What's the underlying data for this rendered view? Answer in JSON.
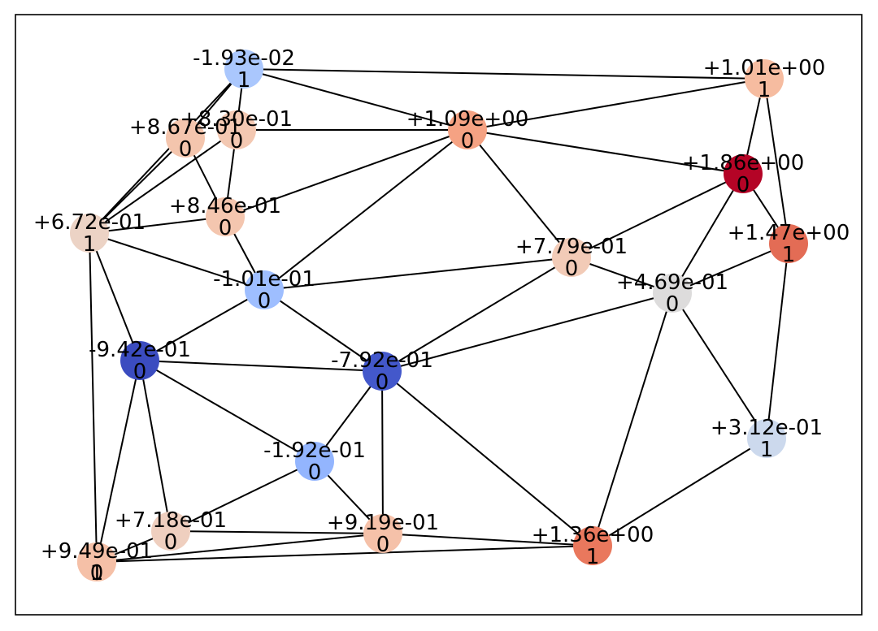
{
  "nodes": [
    {
      "id": "n0",
      "value": "-1.93e-02",
      "cls": "1",
      "color": "#aac7fd"
    },
    {
      "id": "n1",
      "value": "+1.01e+00",
      "cls": "1",
      "color": "#f6bca0"
    },
    {
      "id": "n2",
      "value": "+8.67e-01",
      "cls": "0",
      "color": "#f4c5ad"
    },
    {
      "id": "n3",
      "value": "+8.30e-01",
      "cls": "0",
      "color": "#f3c8b2"
    },
    {
      "id": "n4",
      "value": "+1.09e+00",
      "cls": "0",
      "color": "#f5a283"
    },
    {
      "id": "n5",
      "value": "+1.86e+00",
      "cls": "0",
      "color": "#b40426"
    },
    {
      "id": "n6",
      "value": "+6.72e-01",
      "cls": "1",
      "color": "#ecd3c5"
    },
    {
      "id": "n7",
      "value": "+8.46e-01",
      "cls": "0",
      "color": "#f4c6af"
    },
    {
      "id": "n8",
      "value": "+1.47e+00",
      "cls": "1",
      "color": "#e36c55"
    },
    {
      "id": "n9",
      "value": "+7.79e-01",
      "cls": "0",
      "color": "#f2cbb7"
    },
    {
      "id": "n10",
      "value": "-1.01e-01",
      "cls": "0",
      "color": "#9ebeff"
    },
    {
      "id": "n11",
      "value": "+4.69e-01",
      "cls": "0",
      "color": "#dddcdc"
    },
    {
      "id": "n12",
      "value": "-9.42e-01",
      "cls": "0",
      "color": "#3b4cc0"
    },
    {
      "id": "n13",
      "value": "-7.92e-01",
      "cls": "0",
      "color": "#4358cb"
    },
    {
      "id": "n14",
      "value": "+3.12e-01",
      "cls": "1",
      "color": "#ccd9ed"
    },
    {
      "id": "n15",
      "value": "-1.92e-01",
      "cls": "0",
      "color": "#93b5fe"
    },
    {
      "id": "n16",
      "value": "+7.18e-01",
      "cls": "0",
      "color": "#efcfbf"
    },
    {
      "id": "n17",
      "value": "+9.19e-01",
      "cls": "0",
      "color": "#f5c1a9"
    },
    {
      "id": "n18",
      "value": "+1.36e+00",
      "cls": "1",
      "color": "#e9785d"
    },
    {
      "id": "n19",
      "value": "+9.49e-01",
      "cls": "0",
      "color": "#f5c0a7"
    },
    {
      "id": "n20",
      "value": "",
      "cls": "1",
      "color": "#f5c0a7"
    }
  ],
  "edges": [
    [
      "n0",
      "n1"
    ],
    [
      "n0",
      "n4"
    ],
    [
      "n0",
      "n3"
    ],
    [
      "n0",
      "n2"
    ],
    [
      "n0",
      "n6"
    ],
    [
      "n2",
      "n6"
    ],
    [
      "n2",
      "n7"
    ],
    [
      "n3",
      "n4"
    ],
    [
      "n3",
      "n7"
    ],
    [
      "n3",
      "n6"
    ],
    [
      "n4",
      "n1"
    ],
    [
      "n4",
      "n5"
    ],
    [
      "n4",
      "n7"
    ],
    [
      "n4",
      "n10"
    ],
    [
      "n4",
      "n9"
    ],
    [
      "n1",
      "n5"
    ],
    [
      "n1",
      "n8"
    ],
    [
      "n5",
      "n8"
    ],
    [
      "n5",
      "n9"
    ],
    [
      "n5",
      "n11"
    ],
    [
      "n8",
      "n11"
    ],
    [
      "n8",
      "n14"
    ],
    [
      "n6",
      "n7"
    ],
    [
      "n6",
      "n10"
    ],
    [
      "n6",
      "n12"
    ],
    [
      "n6",
      "n20"
    ],
    [
      "n7",
      "n10"
    ],
    [
      "n10",
      "n9"
    ],
    [
      "n10",
      "n12"
    ],
    [
      "n10",
      "n13"
    ],
    [
      "n9",
      "n11"
    ],
    [
      "n9",
      "n13"
    ],
    [
      "n11",
      "n13"
    ],
    [
      "n11",
      "n14"
    ],
    [
      "n11",
      "n18"
    ],
    [
      "n12",
      "n13"
    ],
    [
      "n12",
      "n15"
    ],
    [
      "n12",
      "n16"
    ],
    [
      "n12",
      "n20"
    ],
    [
      "n13",
      "n15"
    ],
    [
      "n13",
      "n17"
    ],
    [
      "n13",
      "n18"
    ],
    [
      "n15",
      "n16"
    ],
    [
      "n15",
      "n17"
    ],
    [
      "n16",
      "n17"
    ],
    [
      "n16",
      "n20"
    ],
    [
      "n17",
      "n18"
    ],
    [
      "n17",
      "n20"
    ],
    [
      "n18",
      "n14"
    ],
    [
      "n18",
      "n20"
    ]
  ]
}
